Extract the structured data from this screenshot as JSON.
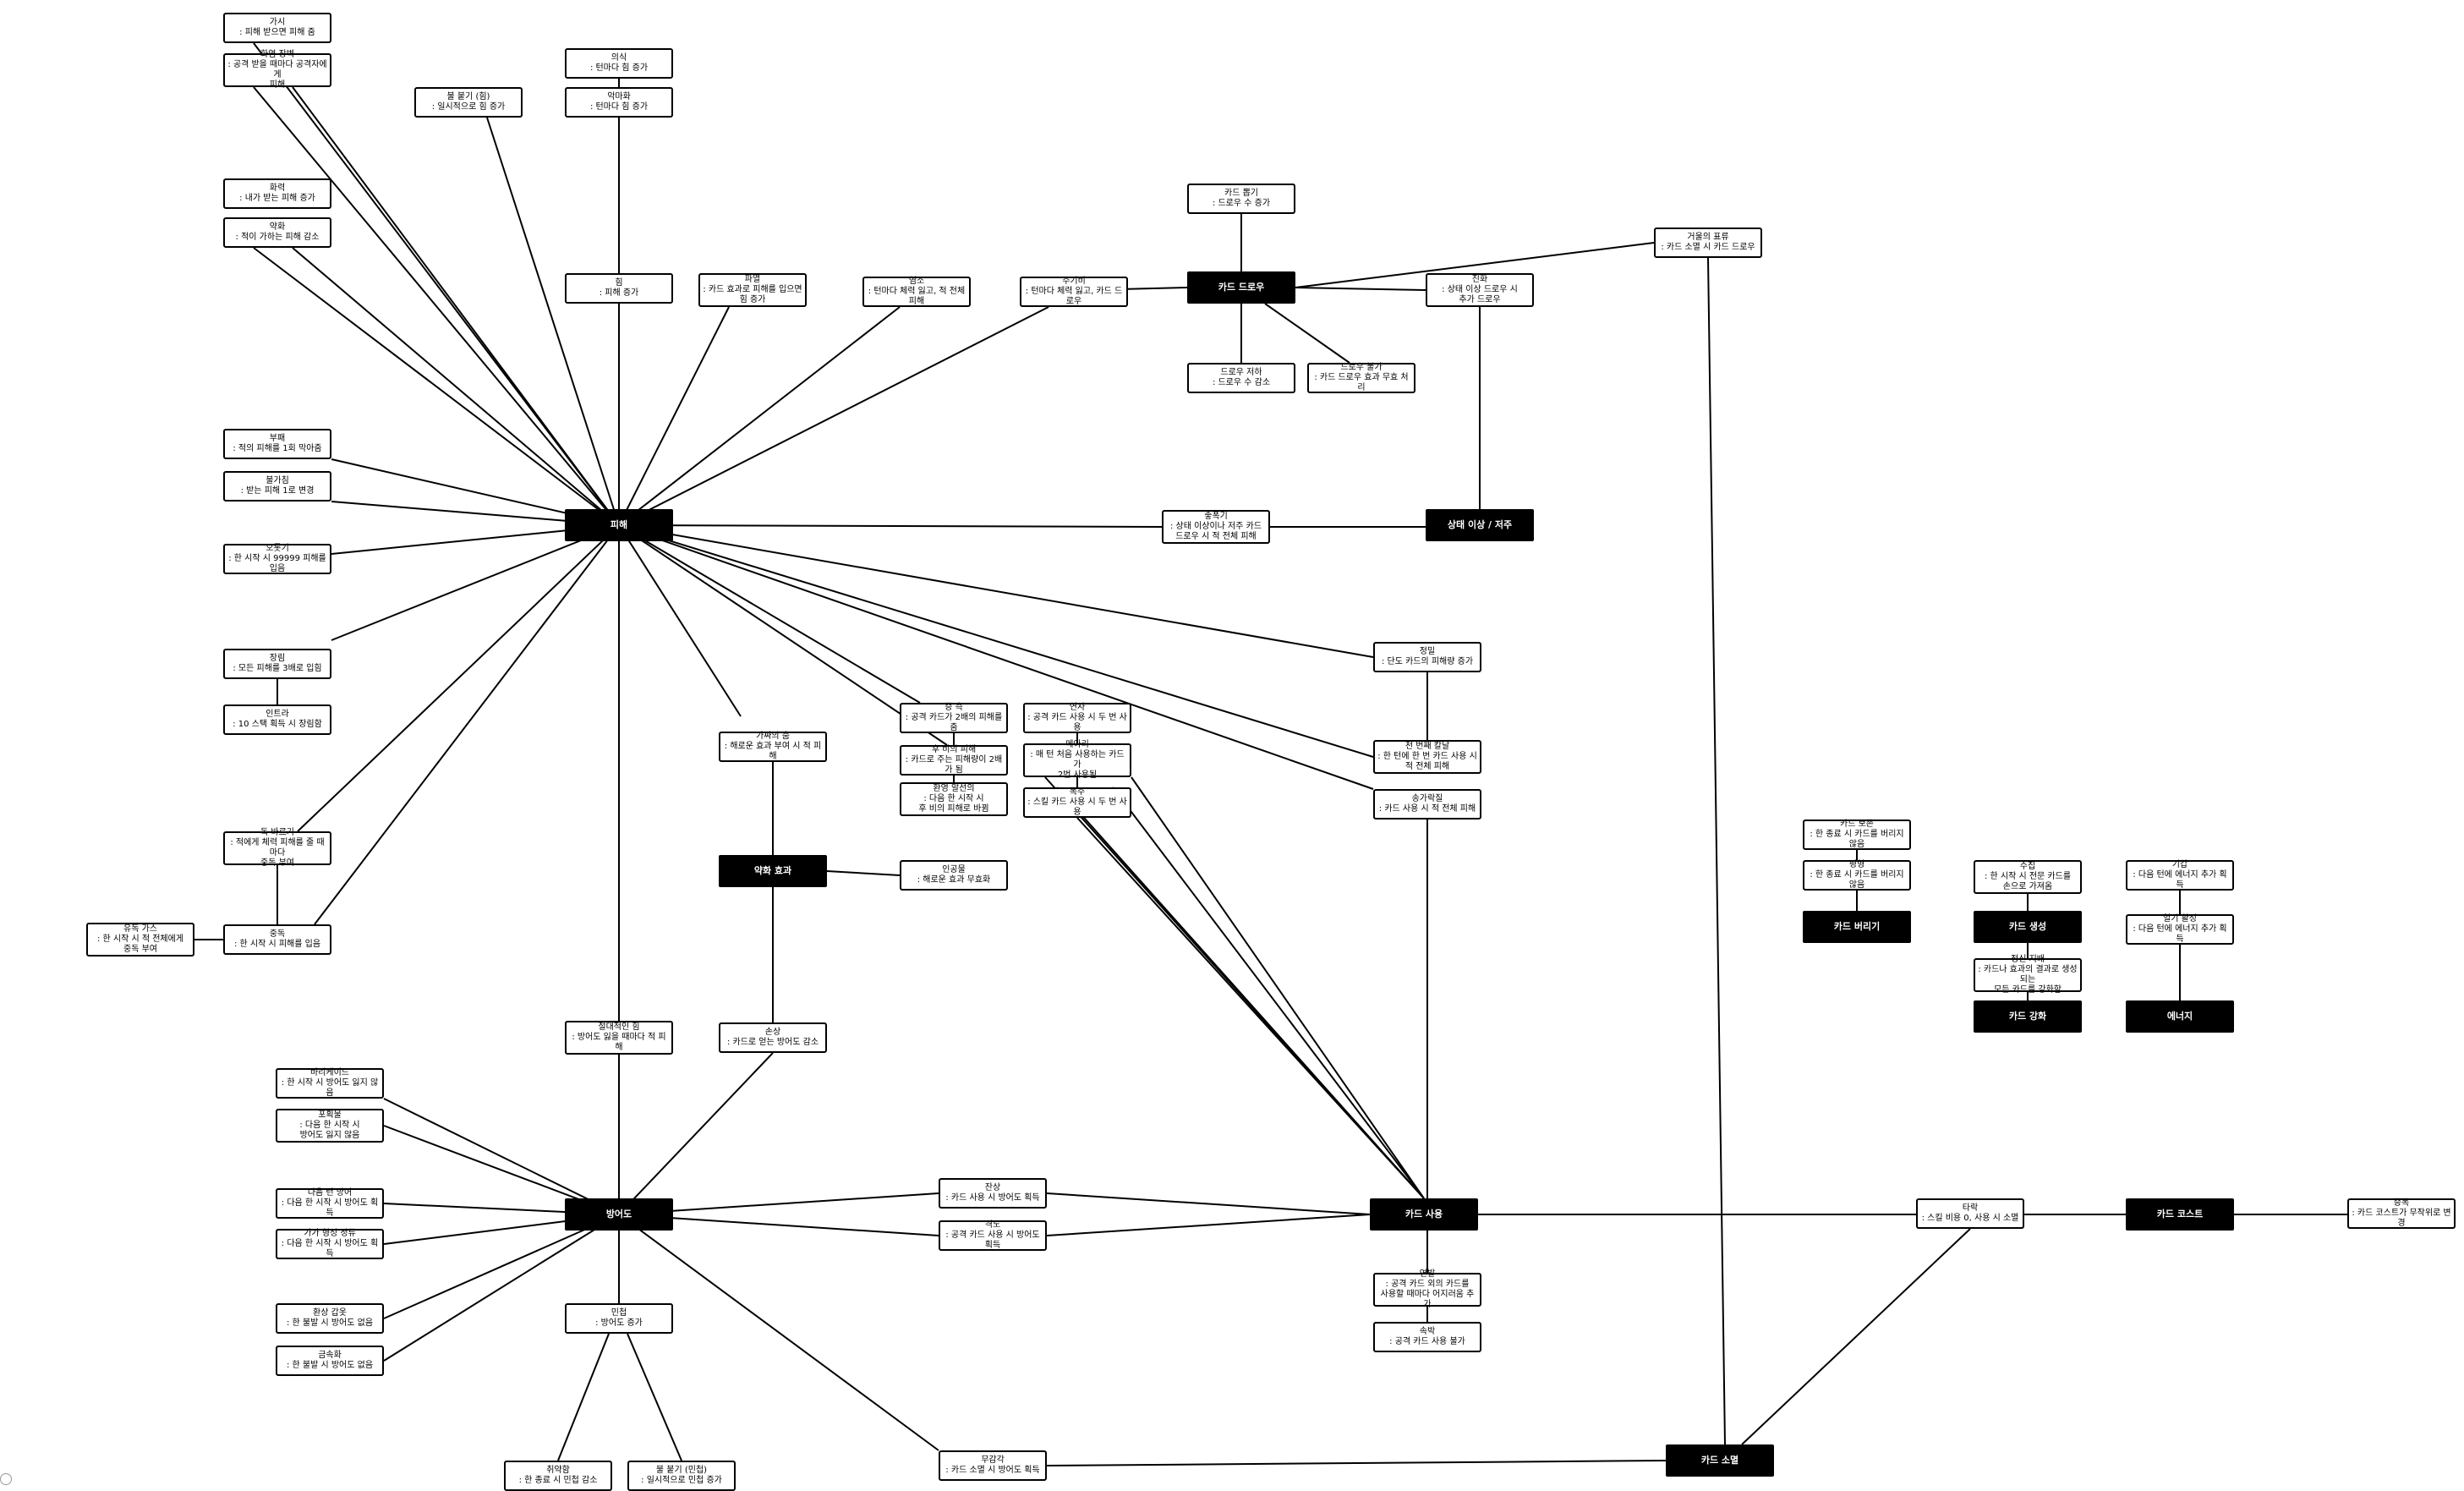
{
  "diagram": {
    "hubs": {
      "damage": "피해",
      "block": "방어도",
      "card_draw": "카드 드로우",
      "card_use": "카드 사용",
      "weakness": "약화 효과",
      "status": "상태 이상 / 저주",
      "card_exhaust": "카드 소멸",
      "card_cost": "카드 코스트",
      "card_discard": "카드 버리기",
      "card_create": "카드 생성",
      "card_upgrade": "카드 강화",
      "energy": "에너지"
    },
    "nodes": {
      "n_gasi": "가시\n: 피해 받으면 피해 줌",
      "n_hwaecheon": "화염 장벽\n: 공격 받을 때마다 공격자에게\n피해",
      "n_hwinae": "화력\n: 내가 받는 피해 증가",
      "n_yakhwa": "약화\n: 적이 가하는 피해 감소",
      "n_bulgi_him": "불 붙기 (힘)\n: 일시적으로 힘 증가",
      "n_uisik": "의식\n: 턴마다 힘 증가",
      "n_akmahwa": "악마화\n: 턴마다 힘 증가",
      "n_him": "힘\n: 피해 증가",
      "n_kwaeryeol": "파열\n: 카드 효과로 피해를 입으면\n힘 증가",
      "n_misu": "염소\n: 턴마다 체력 잃고, 적 전체 피해",
      "n_juggaebi": "주기비\n: 턴마다 체력 잃고, 카드 드로우",
      "n_card_bbopgi": "카드 뽑기\n: 드로우 수 증가",
      "n_drawjeoha": "드로우 저하\n: 드로우 수 감소",
      "n_drawbulga": "드로우 불가\n: 카드 드로우 효과 무효 처리",
      "n_jinhwa": "진화\n: 상태 이상 드로우 시\n추가 드로우",
      "n_geoul": "거울의 표류\n: 카드 소멸 시 카드 드로우",
      "n_buhwal": "부패\n: 적의 피해를 1회 막아줌",
      "n_bulgitil": "불가침\n: 받는 피해 1로 변경",
      "n_oeolgi": "오롯기\n: 한 시작 시 99999 피해를 입음",
      "n_jangdeul": "장림\n: 모든 피해를 3배로 입힘",
      "n_inmyeon": "인트라\n: 10 스택 획득 시 장림함",
      "n_jeoksa": "독 바르기\n: 적에게 체력 피해를 줄 때마다\n중독 부여",
      "n_dokgas": "유독 가스\n: 한 시작 시 적 전체에게\n중독 부여",
      "n_jungdok": "중독\n: 한 시작 시 피해를 입음",
      "n_juhapchae": "좋폭기\n: 상태 이상이나 저주 카드\n드로우 시 적 전체 피해",
      "n_jeongdong": "정밀\n: 단도 카드의 피해량 증가",
      "n_hayeong": "천 번째 칼날\n: 한 턴에 한 번 카드 사용 시\n적 전체 피해",
      "n_chukjeok": "송가락질\n: 카드 사용 시 적 전체 피해",
      "n_gwangpyeon": "가짜의 춤\n: 해로운 효과 부여 시 적 피해",
      "n_gucheop": "증 측\n: 공격 카드가 2배의 피해를 줌",
      "n_hugi": "후 비의 피해\n: 카드로 주는 피해량이 2배가 됨",
      "n_hwansang": "환영 알선의\n: 다음 한 시작 시\n후 비의 피해로 바뀜",
      "n_yeonsa": "연사\n: 공격 카드 사용 시 두 번 사용",
      "n_meari": "메아리\n: 매 턴 처음 사용하는 카드가\n2번 사용됨",
      "n_pokju": "폭주\n: 스킬 카드 사용 시 두 번 사용",
      "n_injeom": "인공물\n: 해로운 효과 무효화",
      "n_jeolsik": "절대적인 힘\n: 방어도 잃을 때마다 적 피해",
      "n_sonsang": "손상\n: 카드로 얻는 방어도 감소",
      "n_baricade": "바리케이드\n: 한 시작 시 방어도 잃지 않음",
      "n_poyeol": "포획물\n: 다음 한 시작 시\n방어도 잃지 않음",
      "n_daeum_bangeo": "다음 턴 방어\n: 다음 한 시작 시 방어도 획득",
      "n_gagahyeong": "가가 형성 정류\n: 다음 한 시작 시 방어도 획득",
      "n_hwangak": "환상 갑옷\n: 한 불발 시 방어도 없음",
      "n_gyeongsu": "금속화\n: 한 불발 시 방어도 없음",
      "n_min": "민첩\n: 방어도 증가",
      "n_hupyeongji": "취약함\n: 한 종료 시 민첩 감소",
      "n_bulgi_min": "불 붙기 (민첩)\n: 일시적으로 민첩 증가",
      "n_jangsang": "잔상\n: 카드 사용 시 방어도 획득",
      "n_jeoneun": "격노\n: 공격 카드 사용 시 방어도 획득",
      "n_sukgam": "무감각\n: 카드 소멸 시 방어도 획득",
      "n_yeonhwa": "연발\n: 공격 카드 외의 카드를\n사용할 때마다 어지러움 추가",
      "n_sokdo": "속박\n: 공격 카드 사용 불가",
      "n_hwarak": "타락\n: 스킬 비용 0, 사용 시 소멸",
      "n_chuyeok": "증폭\n: 카드 코스트가 무작위로 변경",
      "n_card_bosang": "카드 보존\n: 한 종료 시 카드를 버리지 않음",
      "n_pyeonghwa": "평형\n: 한 종료 시 카드를 버리지 않음",
      "n_sujip": "수집\n: 한 시작 시 전문 카드를\n손으로 가져옴",
      "n_gigaek": "기갑\n: 다음 턴에 에너지 추가 획득",
      "n_eolgi": "얼기 활성\n: 다음 턴에 에너지 추가 획득",
      "n_jeongsin": "정신 지배\n: 카드나 효과의 결과로 생성되는\n모든 카드를 강화함"
    }
  }
}
